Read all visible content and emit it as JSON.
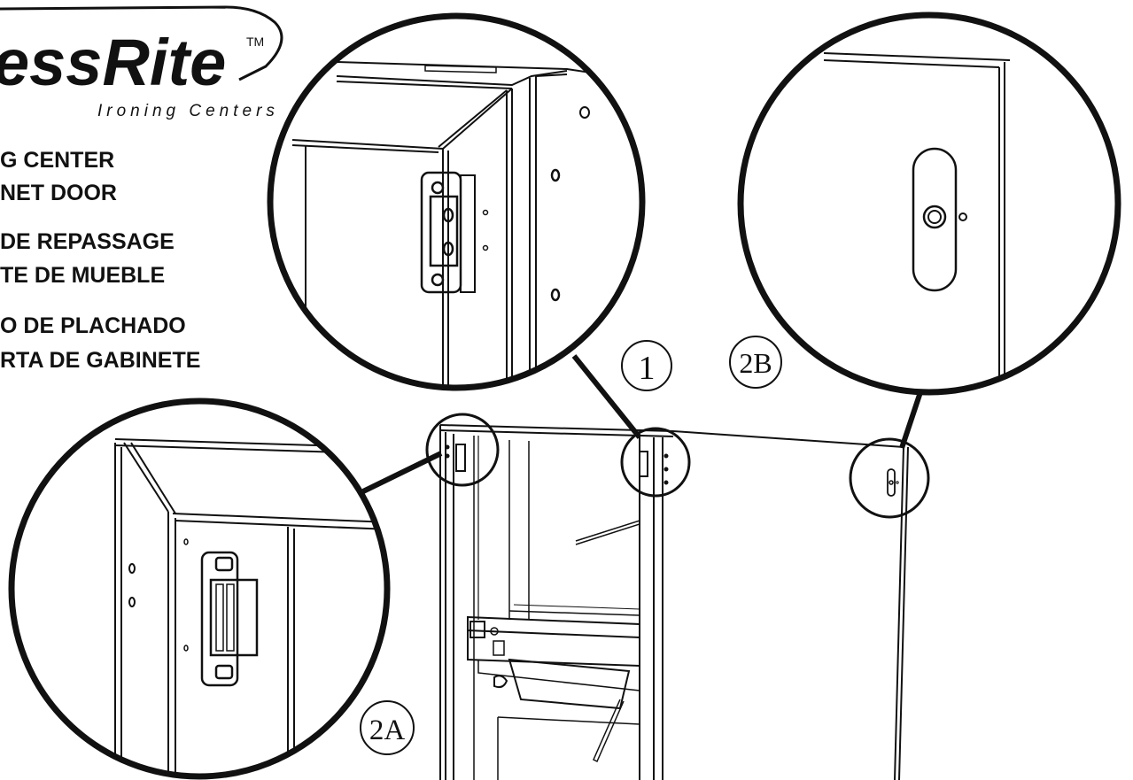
{
  "brand": {
    "logo_text": "essRite",
    "trademark": "TM",
    "tagline": "Ironing Centers"
  },
  "titles": {
    "english_line1": "G CENTER",
    "english_line2": "NET DOOR",
    "french_line1": "DE REPASSAGE",
    "french_line2": "TE DE MUEBLE",
    "spanish_line1": "O DE PLACHADO",
    "spanish_line2": "RTA DE GABINETE"
  },
  "callouts": {
    "one": "1",
    "two_a": "2A",
    "two_b": "2B"
  },
  "colors": {
    "ink": "#111111",
    "background": "#ffffff"
  }
}
